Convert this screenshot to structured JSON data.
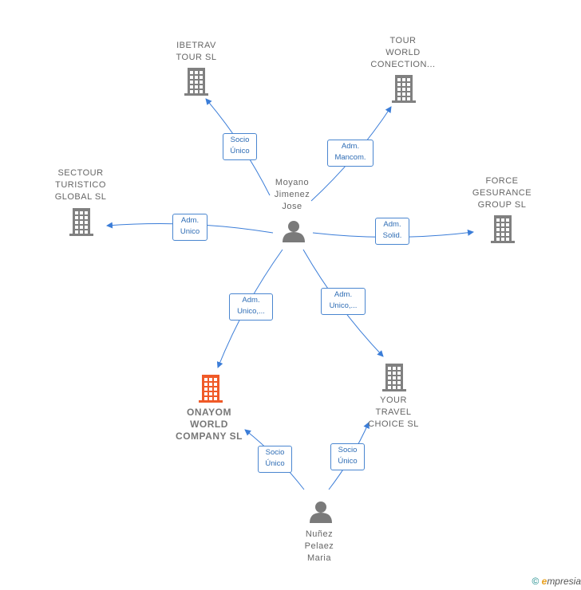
{
  "persons": [
    {
      "id": "moyano",
      "label": "Moyano\nJimenez\nJose"
    },
    {
      "id": "nunez",
      "label": "Nuñez\nPelaez\nMaria"
    }
  ],
  "companies": [
    {
      "id": "ibetrav",
      "label": "IBETRAV\nTOUR SL",
      "highlight": false
    },
    {
      "id": "tourworld",
      "label": "TOUR\nWORLD\nCONECTION...",
      "highlight": false
    },
    {
      "id": "sectour",
      "label": "SECTOUR\nTURISTICO\nGLOBAL  SL",
      "highlight": false
    },
    {
      "id": "force",
      "label": "FORCE\nGESURANCE\nGROUP  SL",
      "highlight": false
    },
    {
      "id": "onayom",
      "label": "ONAYOM\nWORLD\nCOMPANY  SL",
      "highlight": true
    },
    {
      "id": "yourtravel",
      "label": "YOUR\nTRAVEL\nCHOICE  SL",
      "highlight": false
    }
  ],
  "relations": [
    {
      "from": "moyano",
      "to": "ibetrav",
      "label": "Socio\nÚnico"
    },
    {
      "from": "moyano",
      "to": "tourworld",
      "label": "Adm.\nMancom."
    },
    {
      "from": "moyano",
      "to": "sectour",
      "label": "Adm.\nUnico"
    },
    {
      "from": "moyano",
      "to": "force",
      "label": "Adm.\nSolid."
    },
    {
      "from": "moyano",
      "to": "onayom",
      "label": "Adm.\nUnico,..."
    },
    {
      "from": "moyano",
      "to": "yourtravel",
      "label": "Adm.\nUnico,..."
    },
    {
      "from": "nunez",
      "to": "onayom",
      "label": "Socio\nÚnico"
    },
    {
      "from": "nunez",
      "to": "yourtravel",
      "label": "Socio\nÚnico"
    }
  ],
  "colors": {
    "edge": "#3b7dd8",
    "building": "#808080",
    "highlight": "#f05a28",
    "person": "#7a7a7a"
  },
  "footer": {
    "copyright": "©",
    "brand_first": "e",
    "brand_rest": "mpresia"
  }
}
